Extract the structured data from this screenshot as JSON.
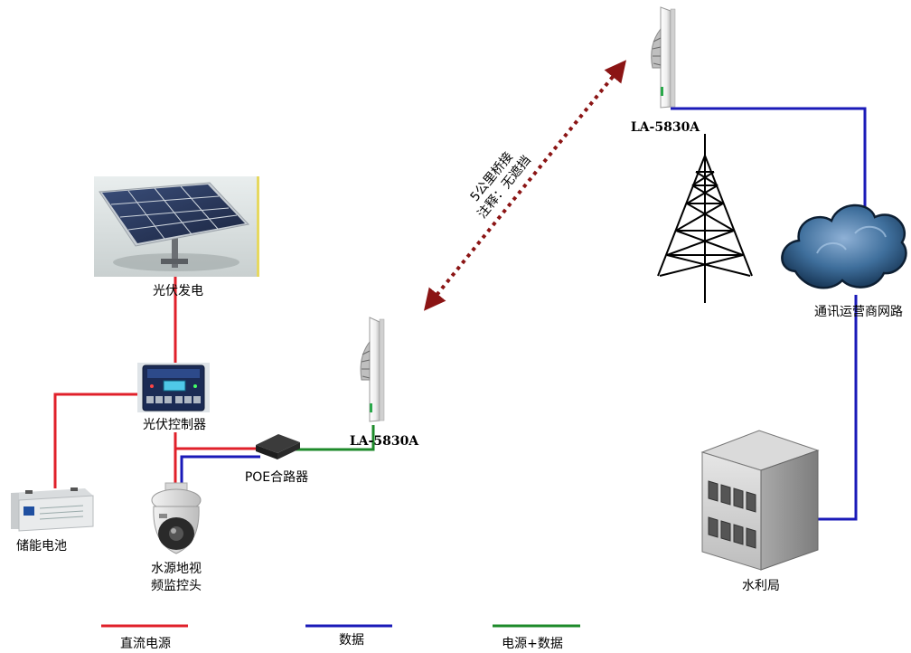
{
  "colors": {
    "dc_power": "#e0202a",
    "data": "#1a1ab8",
    "power_data": "#1d8a2a",
    "wireless_link": "#8b1414"
  },
  "labels": {
    "solar_panel": "光伏发电",
    "pv_controller": "光伏控制器",
    "battery": "储能电池",
    "camera_line1": "水源地视",
    "camera_line2": "频监控头",
    "poe": "POE合路器",
    "radio_local": "LA-5830A",
    "radio_remote": "LA-5830A",
    "cloud": "通讯运营商网路",
    "building": "水利局",
    "link_line1": "5公里桥接",
    "link_line2": "注释：无遮挡"
  },
  "legend": [
    {
      "label": "直流电源",
      "color": "#e0202a"
    },
    {
      "label": "数据",
      "color": "#1a1ab8"
    },
    {
      "label": "电源+数据",
      "color": "#1d8a2a"
    }
  ]
}
